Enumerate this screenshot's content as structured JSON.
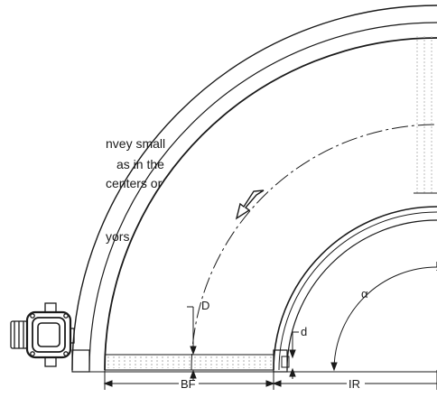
{
  "text_fragments": [
    "nvey small",
    "as in the",
    "centers or",
    "yors"
  ],
  "dimension_labels": {
    "belt_width": "BF",
    "inner_radius": "IR",
    "large_diameter": "D",
    "small_diameter": "d",
    "angle": "α"
  },
  "colors": {
    "line": "#1a1a1a",
    "background": "#ffffff",
    "roller": "#9a9a9a"
  },
  "icons": {
    "direction_arrow": "curved-arrow",
    "motor": "drive-motor-icon"
  }
}
